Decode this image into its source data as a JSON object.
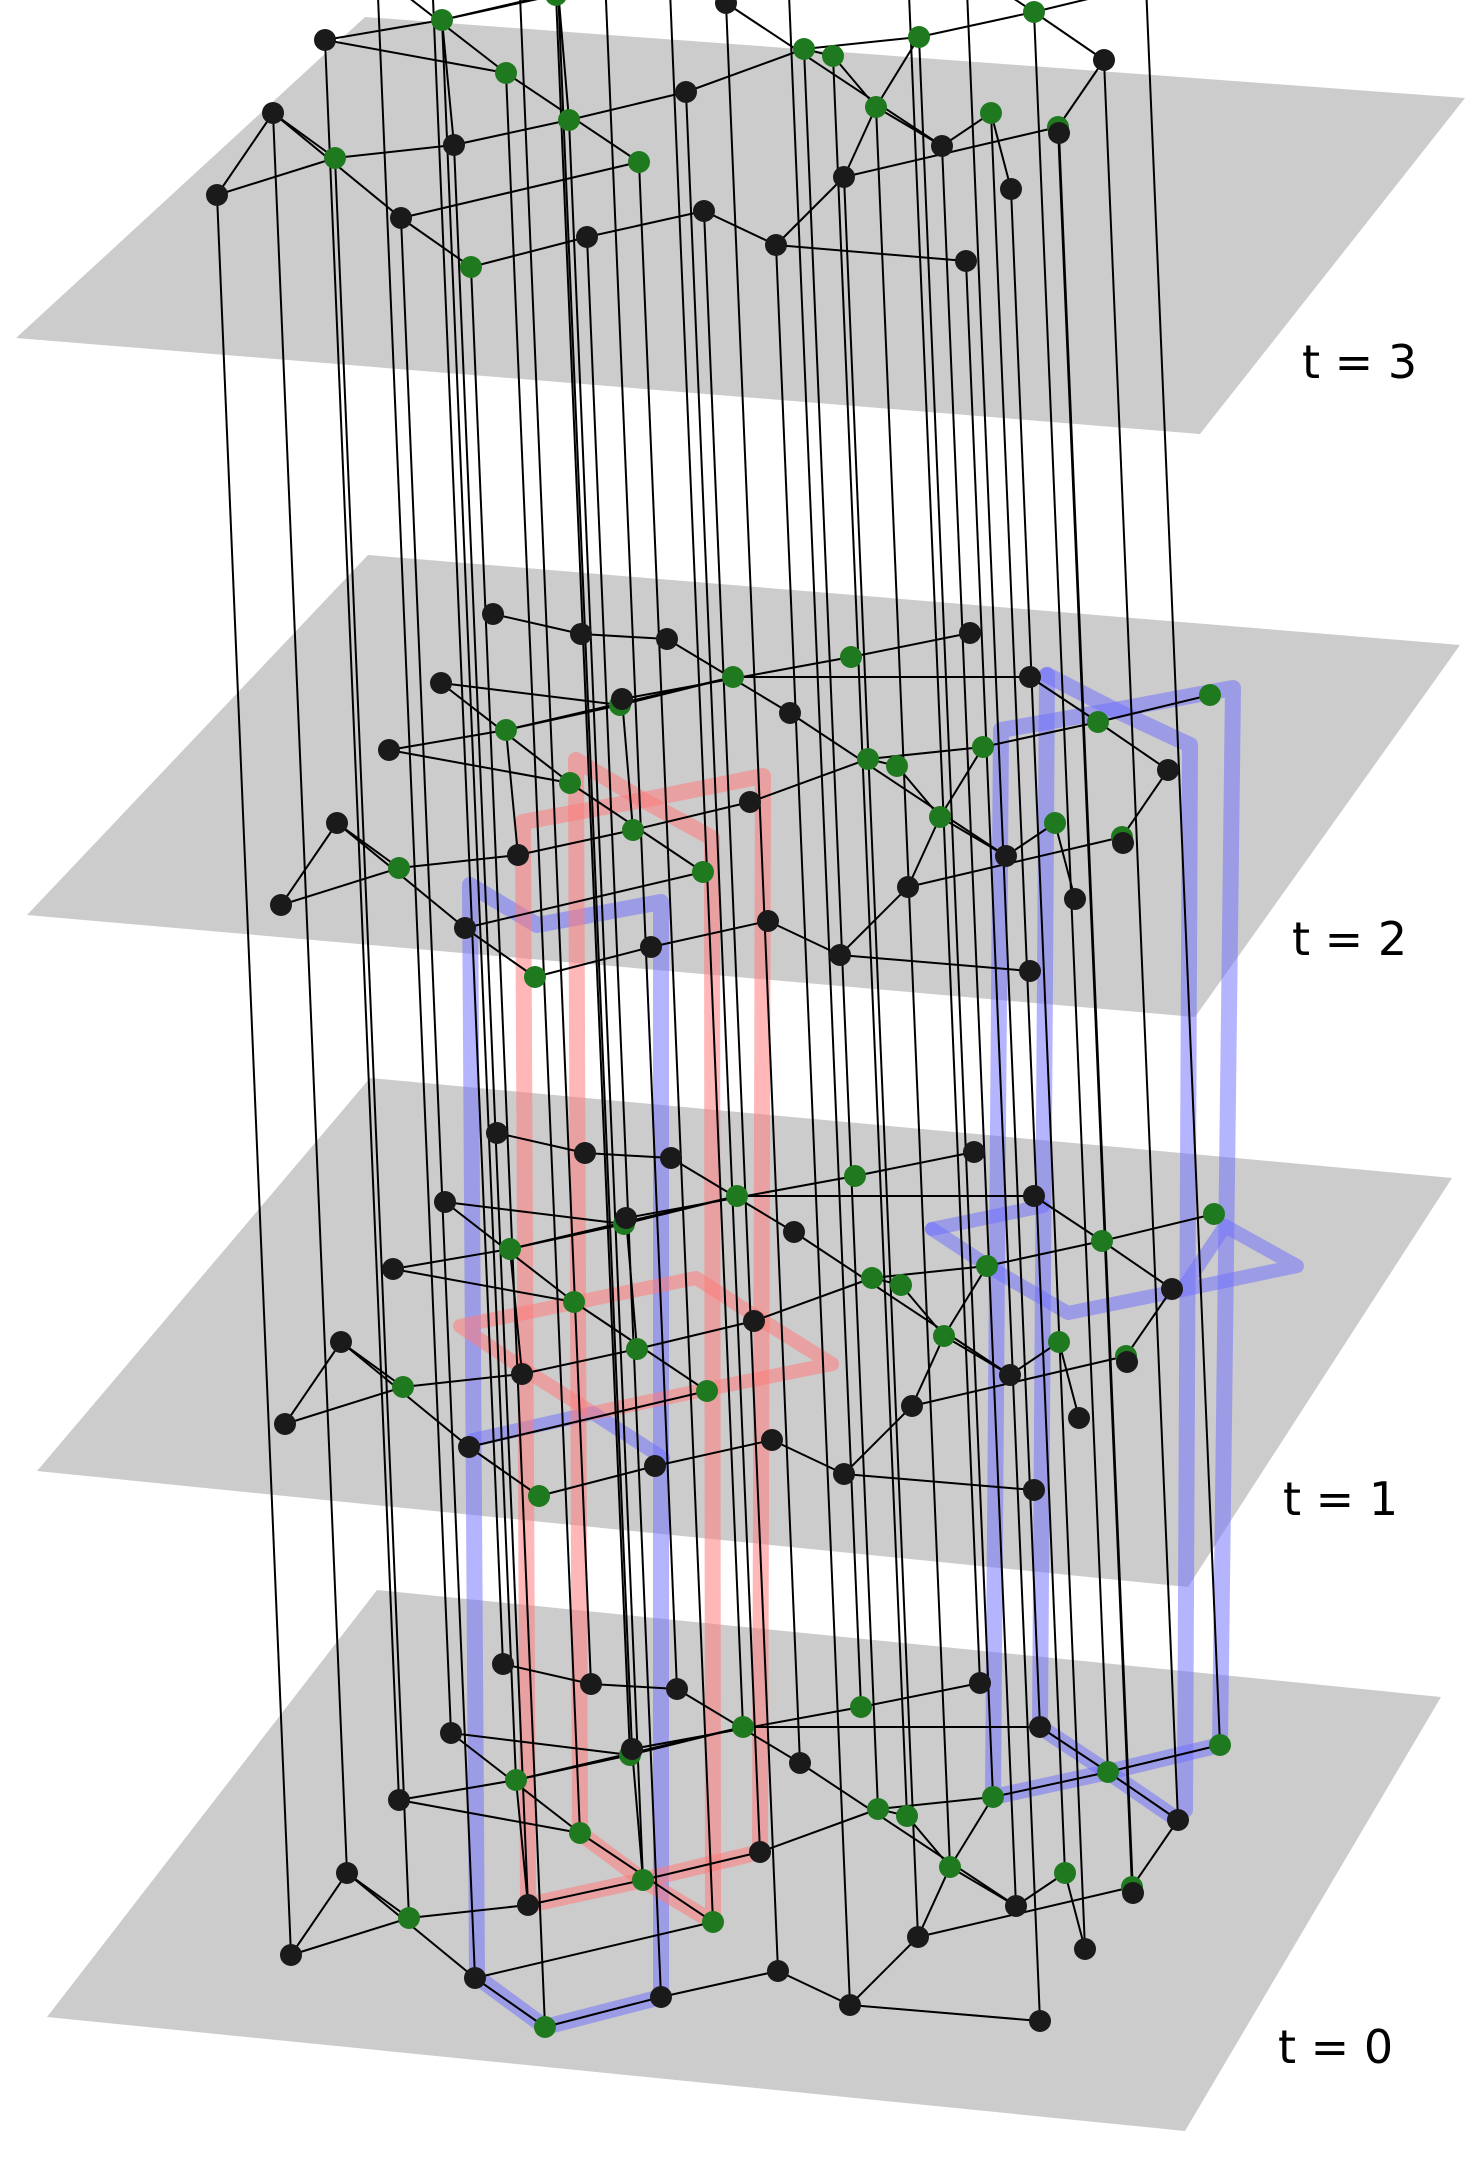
{
  "figure": {
    "layers": [
      {
        "t": 0,
        "label": "t = 0"
      },
      {
        "t": 1,
        "label": "t = 1"
      },
      {
        "t": 2,
        "label": "t = 2"
      },
      {
        "t": 3,
        "label": "t = 3"
      }
    ]
  },
  "colors": {
    "plane": "#cccccc",
    "edge": "#000000",
    "black_node": "#1a1a1a",
    "green_node": "#1f7a1f",
    "blue_highlight": "#6b6bff",
    "red_highlight": "#ff7b7b"
  },
  "legend": {
    "shown": false
  }
}
